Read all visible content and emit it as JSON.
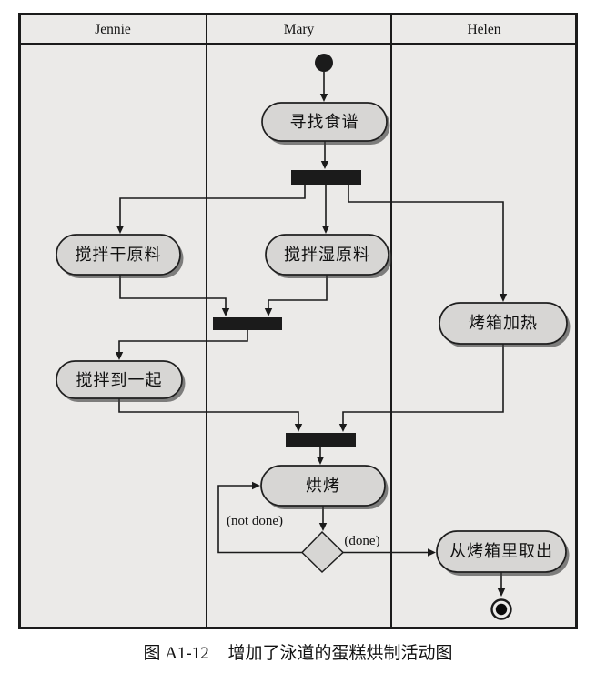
{
  "diagram": {
    "type": "uml-activity-diagram-with-swimlanes",
    "lanes": [
      {
        "name": "Jennie"
      },
      {
        "name": "Mary"
      },
      {
        "name": "Helen"
      }
    ],
    "nodes": {
      "start": "start-initial-node",
      "find_recipe": "寻找食谱",
      "mix_dry": "搅拌干原料",
      "mix_wet": "搅拌湿原料",
      "oven_heat": "烤箱加热",
      "mix_together": "搅拌到一起",
      "bake": "烘烤",
      "take_out": "从烤箱里取出",
      "end": "final-activity-node"
    },
    "edge_labels": {
      "not_done": "(not done)",
      "done": "(done)"
    },
    "colors": {
      "lane_background": "#EBEAE8",
      "node_fill": "#D7D6D4",
      "line": "#1B1B1B",
      "bar": "#1B1B1B",
      "page_background": "#FFFFFF"
    }
  },
  "caption": {
    "number": "图 A1-12",
    "title": "增加了泳道的蛋糕烘制活动图"
  }
}
